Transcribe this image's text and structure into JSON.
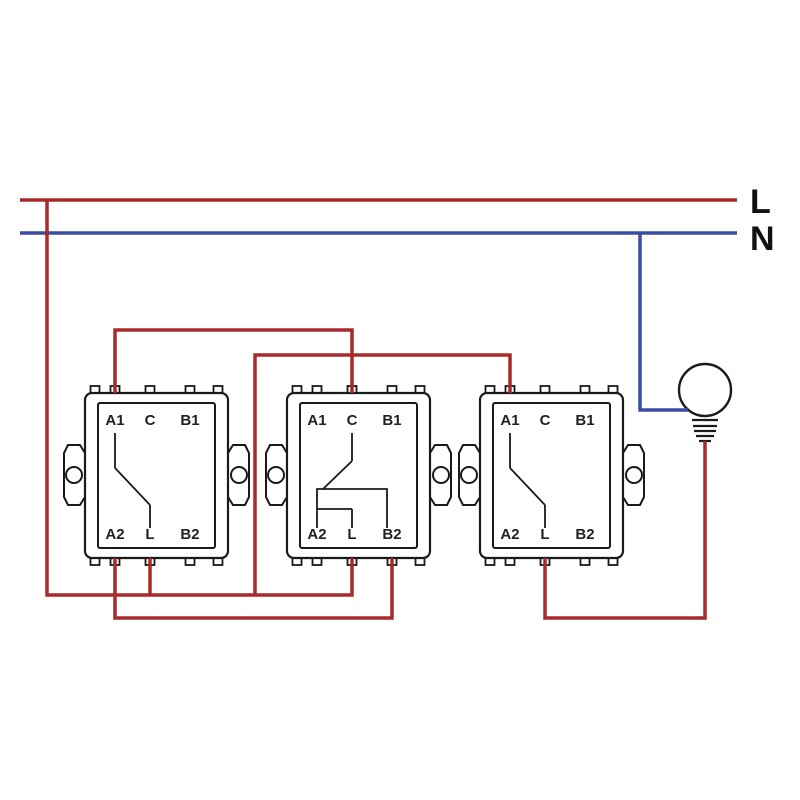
{
  "diagram": {
    "power_lines": {
      "live_label": "L",
      "neutral_label": "N",
      "live_color": "#a82a2a",
      "neutral_color": "#3b4da0"
    },
    "switches": [
      {
        "name": "switch-1",
        "top_terminals": [
          "A1",
          "C",
          "B1"
        ],
        "bottom_terminals": [
          "A2",
          "L",
          "B2"
        ]
      },
      {
        "name": "switch-2",
        "top_terminals": [
          "A1",
          "C",
          "B1"
        ],
        "bottom_terminals": [
          "A2",
          "L",
          "B2"
        ]
      },
      {
        "name": "switch-3",
        "top_terminals": [
          "A1",
          "C",
          "B1"
        ],
        "bottom_terminals": [
          "A2",
          "L",
          "B2"
        ]
      }
    ],
    "lamp": {
      "name": "light-bulb"
    }
  }
}
